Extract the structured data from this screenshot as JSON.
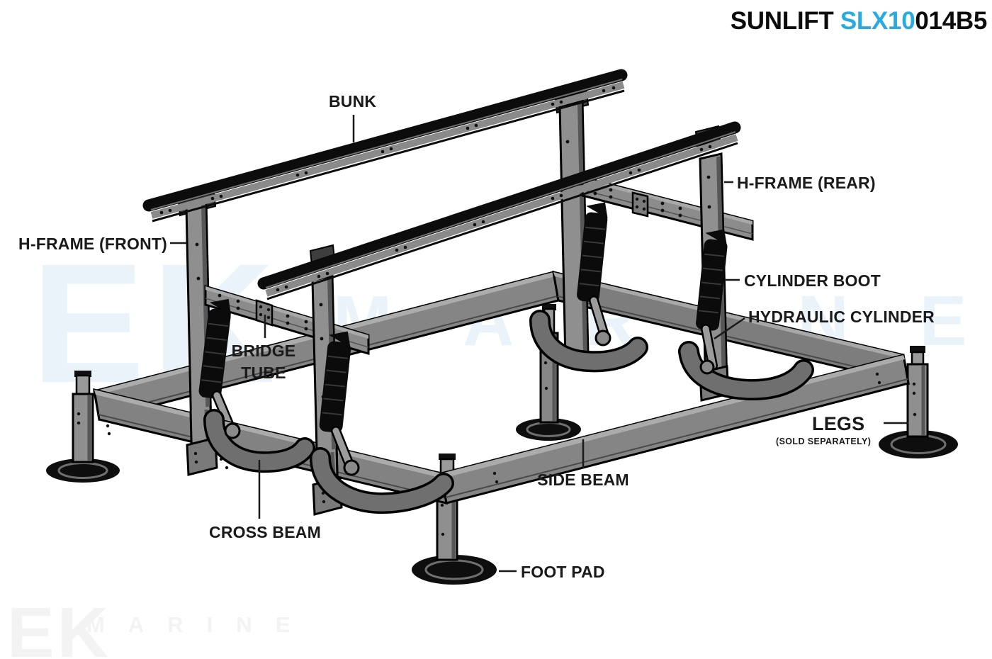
{
  "title": {
    "brand": "SUNLIFT ",
    "model_blue": "SLX10",
    "model_black": "014B5"
  },
  "labels": {
    "bunk": "BUNK",
    "h_frame_rear": "H-FRAME (REAR)",
    "h_frame_front": "H-FRAME (FRONT)",
    "cylinder_boot": "CYLINDER BOOT",
    "hydraulic_cylinder": "HYDRAULIC CYLINDER",
    "bridge_tube_line1": "BRIDGE",
    "bridge_tube_line2": "TUBE",
    "legs": "LEGS",
    "legs_note": "(SOLD SEPARATELY)",
    "side_beam": "SIDE BEAM",
    "cross_beam": "CROSS BEAM",
    "foot_pad": "FOOT PAD"
  },
  "watermark": {
    "logo": "EK",
    "word": "MARINE"
  },
  "colors": {
    "accent_blue": "#29ABE2",
    "label_text": "#1a1a1a",
    "watermark_top": "#EAF3FA",
    "watermark_bottom": "#F3F3F3"
  }
}
